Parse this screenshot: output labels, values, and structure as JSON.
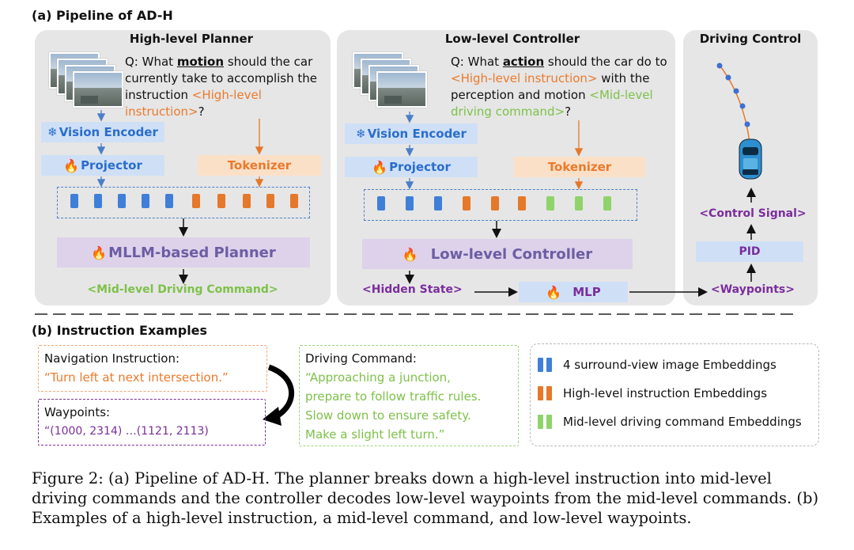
{
  "section_a": "(a) Pipeline of AD-H",
  "section_b": "(b) Instruction Examples",
  "planner": {
    "title": "High-level Planner",
    "q_prefix": "Q: What ",
    "q_emph": "motion",
    "q_mid": " should the car currently take to accomplish the instruction ",
    "q_instr": "<High-level instruction>",
    "q_end": "?",
    "vision_encoder": "Vision Encoder",
    "projector": "Projector",
    "tokenizer": "Tokenizer",
    "core": "MLLM-based Planner",
    "output": "<Mid-level Driving Command>"
  },
  "controller": {
    "title": "Low-level Controller",
    "q_prefix": "Q: What ",
    "q_emph": "action",
    "q_mid": " should the car do to ",
    "q_instr": "<High-level instruction>",
    "q_mid2": " with the perception and motion ",
    "q_cmd": "<Mid-level driving command>",
    "q_end": "?",
    "vision_encoder": "Vision Encoder",
    "projector": "Projector",
    "tokenizer": "Tokenizer",
    "core": "Low-level Controller",
    "hidden_state": "<Hidden State>",
    "mlp": "MLP"
  },
  "driving_control": {
    "title": "Driving Control",
    "control_signal": "<Control Signal>",
    "pid": "PID",
    "waypoints": "<Waypoints>"
  },
  "examples": {
    "nav_title": "Navigation Instruction:",
    "nav_text": "“Turn left at next intersection.”",
    "wp_title": "Waypoints:",
    "wp_text": "“(1000, 2314) …(1121, 2113)",
    "cmd_title": "Driving Command:",
    "cmd_lines": [
      "“Approaching a junction,",
      "prepare to follow traffic rules.",
      "Slow down to ensure safety.",
      "Make a slight left turn.”"
    ]
  },
  "legend": [
    {
      "label": "4 surround-view image Embeddings",
      "color": "#3f7fd8"
    },
    {
      "label": "High-level instruction  Embeddings",
      "color": "#e5782a"
    },
    {
      "label": "Mid-level driving command  Embeddings",
      "color": "#8fd36a"
    }
  ],
  "caption": "Figure 2: (a) Pipeline of AD-H. The planner breaks down a high-level instruction into mid-level driving commands and the controller decodes low-level waypoints from the mid-level commands. (b) Examples of a high-level instruction, a mid-level command, and low-level waypoints.",
  "colors": {
    "blue": "#3f7fd8",
    "orange": "#e5782a",
    "green": "#8fd36a",
    "purple": "#7a2d9c",
    "panel": "#e6e6e6"
  },
  "icons": [
    "snowflake-icon",
    "fire-icon",
    "car-icon",
    "camera-views-icon"
  ]
}
